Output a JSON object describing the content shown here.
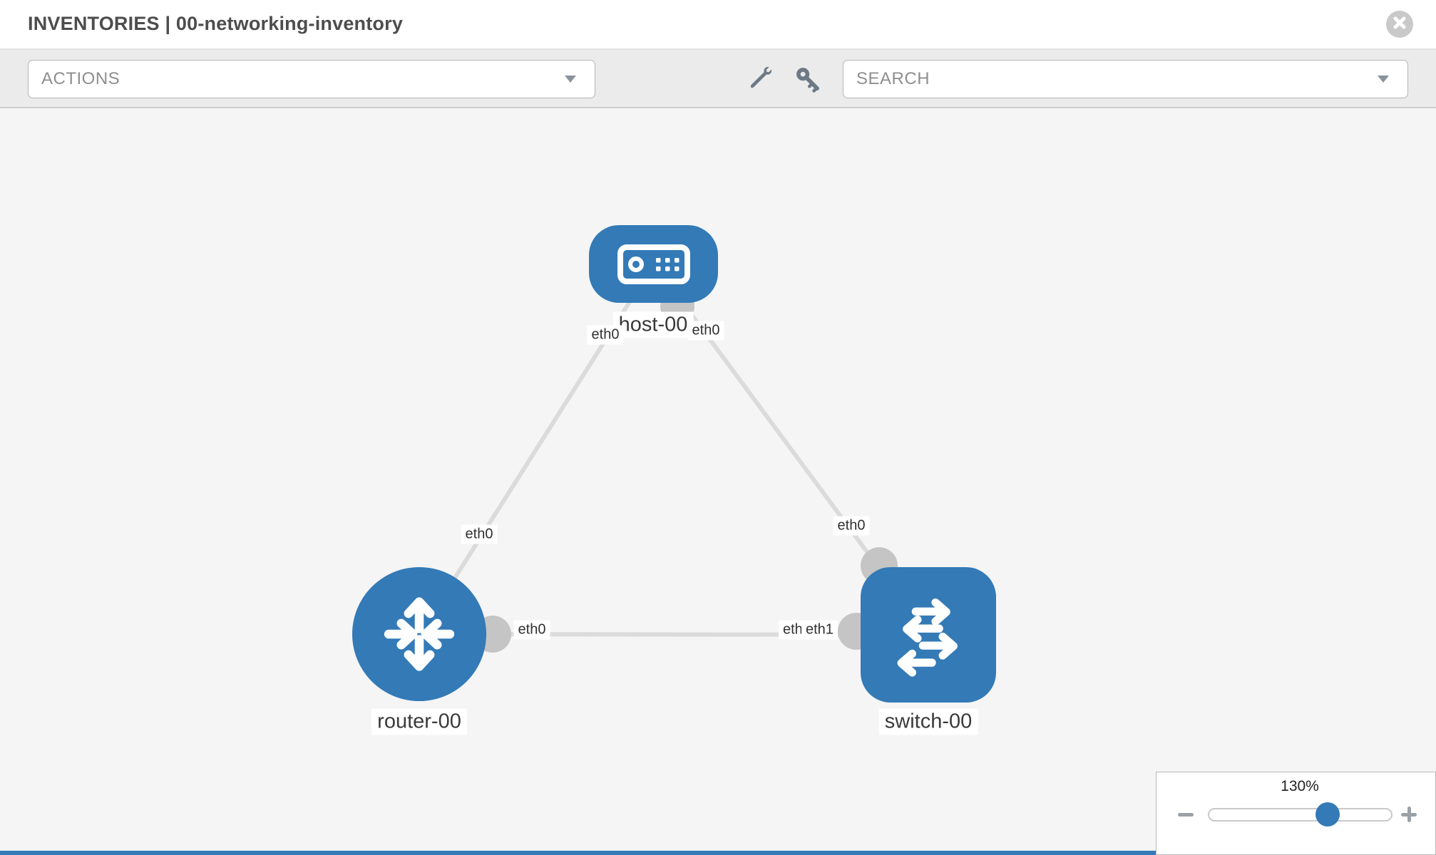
{
  "header": {
    "title": "INVENTORIES | 00-networking-inventory"
  },
  "toolbar": {
    "actions_label": "ACTIONS",
    "search_placeholder": "SEARCH"
  },
  "colors": {
    "node_blue": "#337ab7",
    "port_gray": "#c5c5c5",
    "link_gray": "#dbdbdb",
    "canvas_bg": "#f5f5f5",
    "footer_bar_blue": "#337ab7"
  },
  "topology": {
    "nodes": [
      {
        "id": "host-00",
        "type": "host",
        "label": "host-00"
      },
      {
        "id": "router-00",
        "type": "router",
        "label": "router-00"
      },
      {
        "id": "switch-00",
        "type": "switch",
        "label": "switch-00"
      }
    ],
    "links": [
      {
        "from": "host-00",
        "to": "router-00",
        "from_interface": "eth0",
        "to_interface": "eth0"
      },
      {
        "from": "host-00",
        "to": "switch-00",
        "from_interface": "eth0",
        "to_interface": "eth0"
      },
      {
        "from": "router-00",
        "to": "switch-00",
        "from_interface": "eth0",
        "to_interface": "eth1"
      }
    ],
    "interface_labels": {
      "host_left": "eth0",
      "host_right": "eth0",
      "router_top": "eth0",
      "switch_top": "eth0",
      "link_router_side": "eth0",
      "link_switch_side_back": "eth0",
      "link_switch_side_front": "eth1"
    }
  },
  "zoom_control": {
    "level_label": "130%"
  }
}
